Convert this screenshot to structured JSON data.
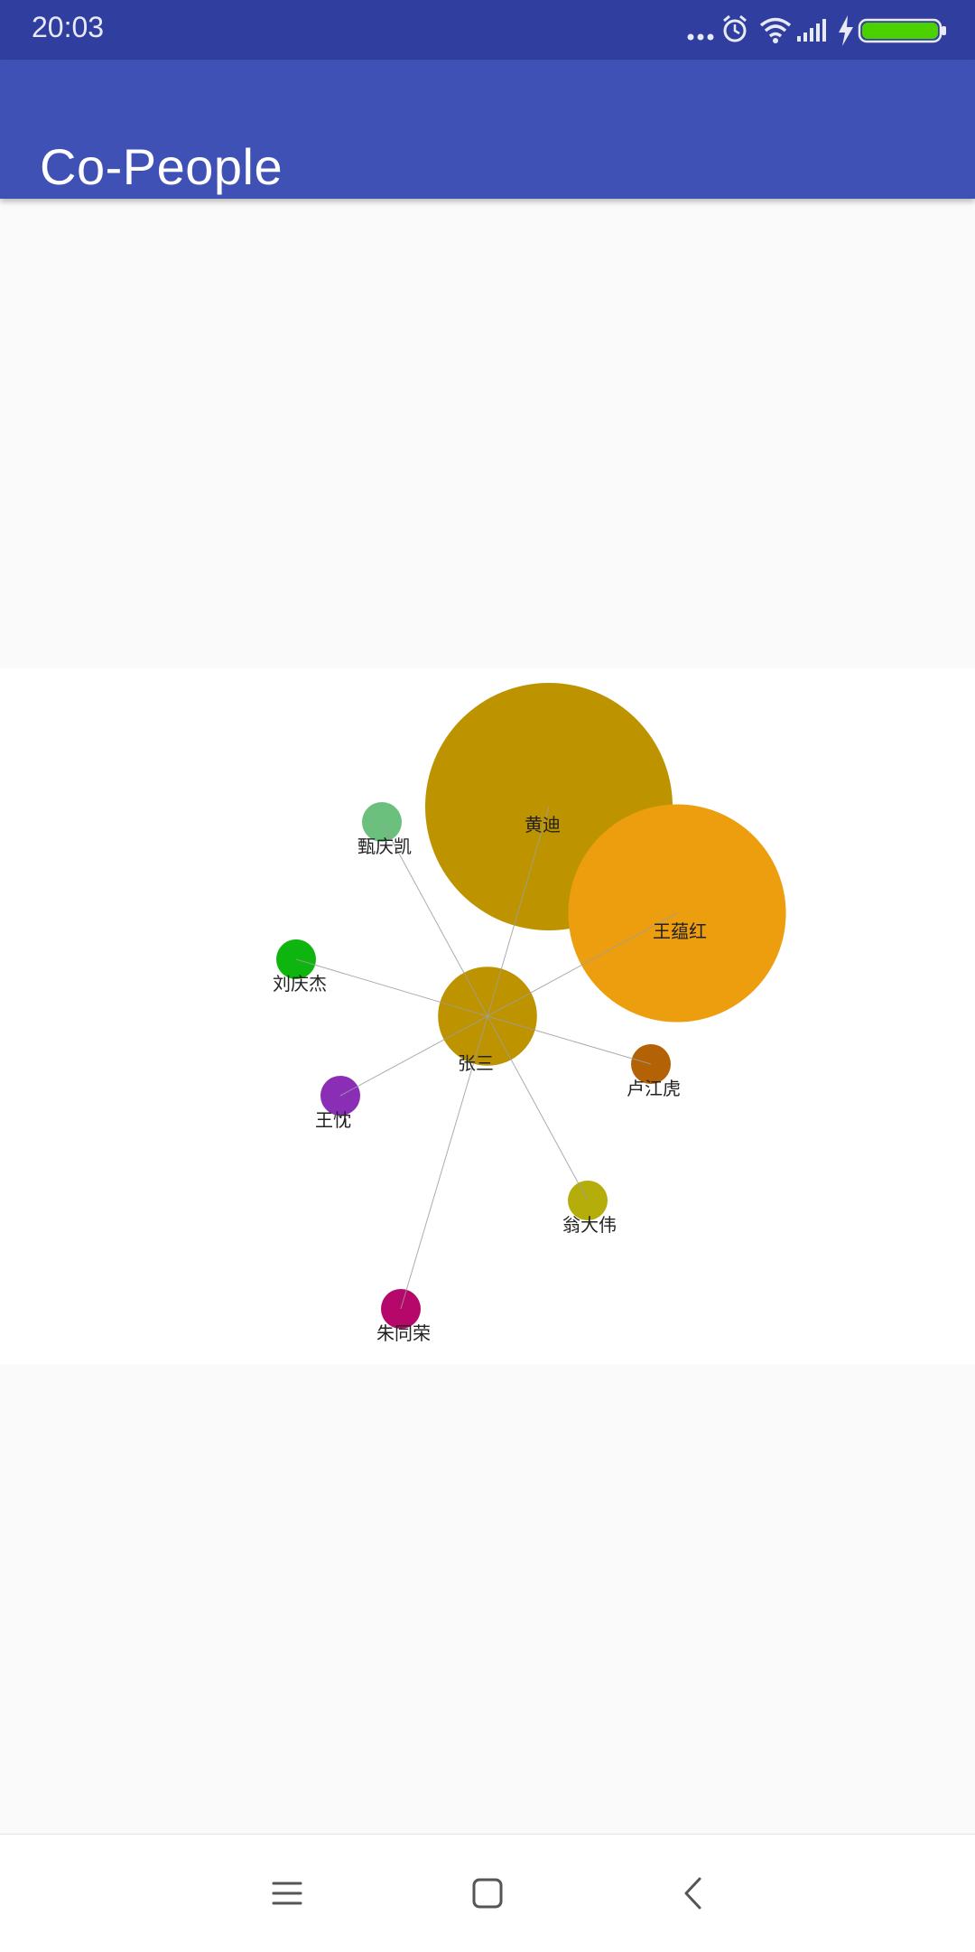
{
  "status_bar": {
    "time": "20:03",
    "icons": [
      "more-dots-icon",
      "alarm-icon",
      "wifi-icon",
      "signal-icon",
      "charging-bolt-icon",
      "battery-icon"
    ],
    "battery_color": "#4cd100"
  },
  "app_bar": {
    "title": "Co-People",
    "color": "#3f51b5",
    "status_color": "#303f9f"
  },
  "graph": {
    "center": "张三",
    "nodes": [
      {
        "name": "黄迪",
        "color": "#be9300",
        "size": 1.0,
        "label_visible": true
      },
      {
        "name": "王蕴红",
        "color": "#ed9e0e",
        "size": 0.88,
        "label_visible": true
      },
      {
        "name": "张三",
        "color": "#be9300",
        "size": 0.4,
        "label_visible": true
      },
      {
        "name": "甄庆凯",
        "color": "#6bc07e",
        "size": 0.16,
        "label_visible": true
      },
      {
        "name": "刘庆杰",
        "color": "#0eb50e",
        "size": 0.16,
        "label_visible": true
      },
      {
        "name": "王忱",
        "color": "#8a2fb5",
        "size": 0.16,
        "label_visible": true
      },
      {
        "name": "卢江虎",
        "color": "#b36205",
        "size": 0.16,
        "label_visible": true
      },
      {
        "name": "翁大伟",
        "color": "#b5ae0a",
        "size": 0.16,
        "label_visible": true
      },
      {
        "name": "朱同荣",
        "color": "#b5086a",
        "size": 0.16,
        "label_visible": true
      }
    ],
    "links": [
      [
        "张三",
        "黄迪"
      ],
      [
        "张三",
        "王蕴红"
      ],
      [
        "张三",
        "甄庆凯"
      ],
      [
        "张三",
        "刘庆杰"
      ],
      [
        "张三",
        "王忱"
      ],
      [
        "张三",
        "卢江虎"
      ],
      [
        "张三",
        "翁大伟"
      ],
      [
        "张三",
        "朱同荣"
      ]
    ]
  },
  "nav_bar": {
    "buttons": [
      "menu-icon",
      "home-icon",
      "back-icon"
    ]
  }
}
